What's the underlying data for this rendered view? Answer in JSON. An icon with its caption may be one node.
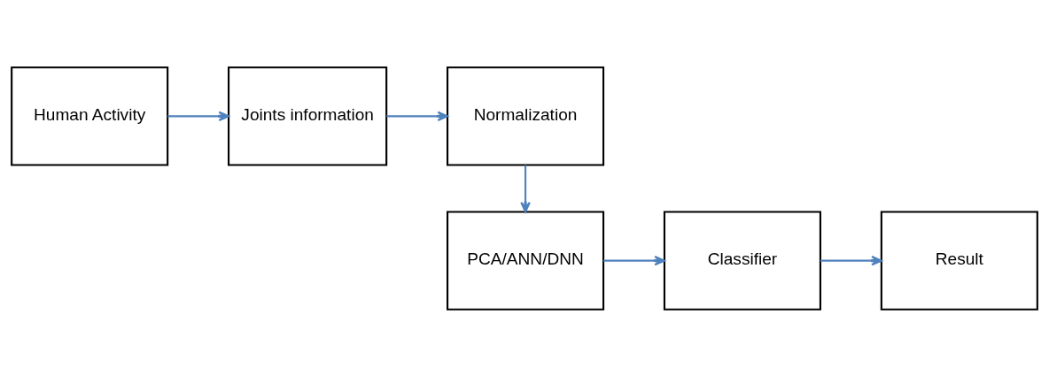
{
  "diagram": {
    "nodes": [
      {
        "text": [
          "Human Activity"
        ]
      },
      {
        "text": [
          "Joints information"
        ]
      },
      {
        "text": [
          "Normalization"
        ]
      },
      {
        "text": [
          "PCA/ANN/DNN"
        ]
      },
      {
        "text": [
          "Classifier"
        ]
      },
      {
        "text": [
          "Result"
        ]
      }
    ],
    "edges": [
      {
        "from": 0,
        "to": 1,
        "arrow": "to"
      },
      {
        "from": 1,
        "to": 2,
        "arrow": "to"
      },
      {
        "from": 2,
        "to": 3,
        "arrow": "to"
      },
      {
        "from": 3,
        "to": 4,
        "arrow": "to"
      },
      {
        "from": 4,
        "to": 5,
        "arrow": "to"
      }
    ]
  }
}
